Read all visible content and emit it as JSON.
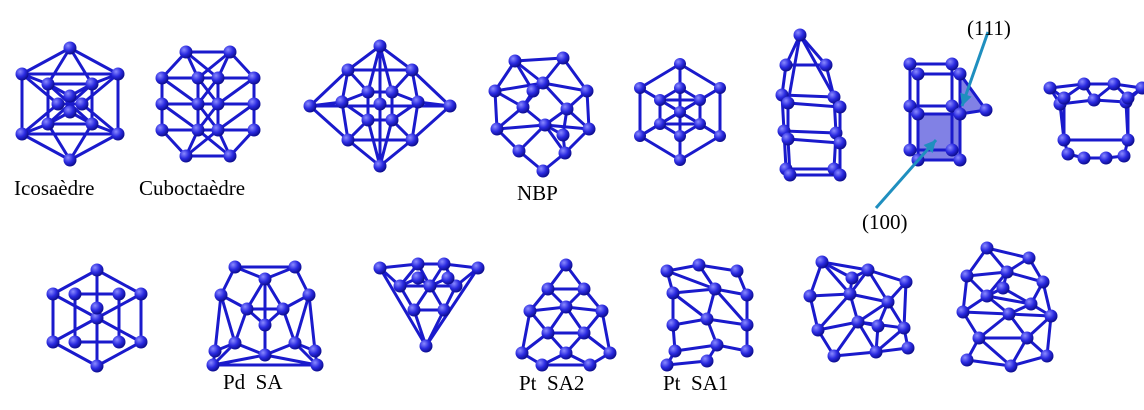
{
  "colors": {
    "bond": "#1a1acc",
    "atom_light": "#7a7aff",
    "atom_dark": "#1010b4",
    "facet": "#6b6be0",
    "arrow": "#1f8fbf"
  },
  "labels": {
    "icosaedre": "Icosaèdre",
    "cuboctaedre": "Cuboctaèdre",
    "nbp": "NBP",
    "facet_111": "(111)",
    "facet_100": "(100)",
    "pd_sa": "Pd  SA",
    "pt_sa2": "Pt  SA2",
    "pt_sa1": "Pt  SA1"
  },
  "clusters": [
    {
      "id": "icosahedron"
    },
    {
      "id": "cuboctahedron"
    },
    {
      "id": "elongated-bipyramid"
    },
    {
      "id": "nbp-cluster"
    },
    {
      "id": "hexagonal-cluster"
    },
    {
      "id": "tower-cluster"
    },
    {
      "id": "faceted-prism"
    },
    {
      "id": "truncated-prism"
    },
    {
      "id": "hexagonal-prism"
    },
    {
      "id": "pd-sa-cluster"
    },
    {
      "id": "triangular-cluster"
    },
    {
      "id": "pt-sa2-cluster"
    },
    {
      "id": "pt-sa1-cluster"
    },
    {
      "id": "amorphous-cluster-a"
    },
    {
      "id": "amorphous-cluster-b"
    }
  ]
}
